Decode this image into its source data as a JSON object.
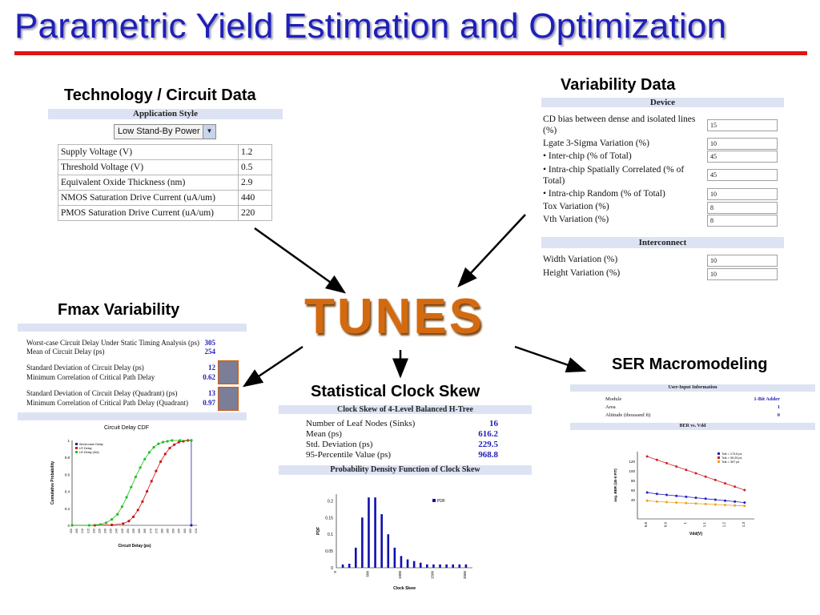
{
  "title": "Parametric Yield Estimation and Optimization",
  "center_logo": "TUNES",
  "colors": {
    "title": "#1f1fb8",
    "rule": "#e11414",
    "logo": "#d46a10",
    "value_blue": "#1f1fb8"
  },
  "tech": {
    "heading": "Technology / Circuit Data",
    "app_style_label": "Application Style",
    "app_style_value": "Low Stand-By Power",
    "rows": [
      {
        "label": "Supply Voltage (V)",
        "value": "1.2"
      },
      {
        "label": "Threshold Voltage (V)",
        "value": "0.5"
      },
      {
        "label": "Equivalent Oxide Thickness (nm)",
        "value": "2.9"
      },
      {
        "label": "NMOS Saturation Drive Current (uA/um)",
        "value": "440"
      },
      {
        "label": "PMOS Saturation Drive Current (uA/um)",
        "value": "220"
      }
    ]
  },
  "variability": {
    "heading": "Variability Data",
    "device_label": "Device",
    "cd_label": "CD bias between dense and isolated lines (%)",
    "cd_value": "15",
    "lgate_label": "Lgate 3-Sigma Variation (%)",
    "lgate_value": "10",
    "inter_label": "• Inter-chip (% of Total)",
    "inter_value": "45",
    "intra_sc_label": "• Intra-chip Spatially Correlated (% of Total)",
    "intra_sc_value": "45",
    "intra_r_label": "• Intra-chip Random (% of Total)",
    "intra_r_value": "10",
    "tox_label": "Tox Variation (%)",
    "tox_value": "8",
    "vth_label": "Vth Variation (%)",
    "vth_value": "8",
    "interconnect_label": "Interconnect",
    "width_label": "Width Variation (%)",
    "width_value": "10",
    "height_label": "Height Variation (%)",
    "height_value": "10"
  },
  "fmax": {
    "heading": "Fmax Variability",
    "wc_label": "Worst-case Circuit Delay Under Static Timing Analysis (ps)",
    "wc_value": "305",
    "mean_label": "Mean of Circuit Delay (ps)",
    "mean_value": "254",
    "std_label": "Standard Deviation of Circuit Delay (ps)",
    "std_value": "12",
    "mincorr_label": "Minimum Correlation of Critical Path Delay",
    "mincorr_value": "0.62",
    "stdq_label": "Standard Deviation of Circuit Delay (Quadrant) (ps)",
    "stdq_value": "13",
    "mincorrq_label": "Minimum Correlation of Critical Path Delay (Quadrant)",
    "mincorrq_value": "0.97"
  },
  "clock": {
    "heading": "Statistical Clock Skew",
    "table_title": "Clock Skew of 4-Level Balanced H-Tree",
    "rows": [
      {
        "label": "Number of Leaf Nodes (Sinks)",
        "value": "16"
      },
      {
        "label": "Mean (ps)",
        "value": "616.2"
      },
      {
        "label": "Std. Deviation (ps)",
        "value": "229.5"
      },
      {
        "label": "95-Percentile Value (ps)",
        "value": "968.8"
      }
    ],
    "pdf_title": "Probability Density Function of Clock Skew"
  },
  "ser": {
    "heading": "SER Macromodeling",
    "input_label": "User-Input Information",
    "rows": [
      {
        "label": "Module",
        "value": "1-Bit Adder"
      },
      {
        "label": "Area",
        "value": "1"
      },
      {
        "label": "Altitude (thousand ft)",
        "value": "0"
      }
    ],
    "chart_label": "BER vs. Vdd"
  },
  "chart_data": [
    {
      "type": "line",
      "title": "Circuit Delay CDF",
      "xlabel": "Circuit Delay (ps)",
      "ylabel": "Cumulative Probability",
      "xlim": [
        200,
        310
      ],
      "ylim": [
        0,
        1
      ],
      "legend": "top-left",
      "series": [
        {
          "name": "Worst-case Delay",
          "color": "#1f1fb8",
          "x": [
            305,
            305
          ],
          "y": [
            0,
            1
          ]
        },
        {
          "name": "LR Delay",
          "color": "#d01010",
          "x": [
            200,
            220,
            235,
            245,
            250,
            254,
            258,
            262,
            266,
            270,
            274,
            278,
            282,
            286,
            290,
            294,
            298,
            302,
            305
          ],
          "y": [
            0,
            0,
            0.005,
            0.02,
            0.05,
            0.1,
            0.18,
            0.28,
            0.4,
            0.52,
            0.64,
            0.75,
            0.84,
            0.91,
            0.95,
            0.98,
            0.99,
            1,
            1
          ]
        },
        {
          "name": "LR Delay (3rd)",
          "color": "#20c020",
          "x": [
            200,
            215,
            225,
            230,
            235,
            240,
            244,
            248,
            252,
            256,
            260,
            264,
            268,
            272,
            276,
            280,
            284,
            288,
            295,
            305
          ],
          "y": [
            0,
            0,
            0.01,
            0.03,
            0.07,
            0.13,
            0.22,
            0.33,
            0.45,
            0.57,
            0.68,
            0.78,
            0.86,
            0.92,
            0.96,
            0.98,
            0.99,
            1,
            1,
            1
          ]
        }
      ]
    },
    {
      "type": "bar",
      "title": "",
      "xlabel": "Clock Skew",
      "ylabel": "PDF",
      "xlim": [
        0,
        2100
      ],
      "ylim": [
        0,
        0.22
      ],
      "legend": "top-right",
      "series": [
        {
          "name": "PDF",
          "color": "#1010b0",
          "x": [
            100,
            200,
            300,
            400,
            500,
            600,
            700,
            800,
            900,
            1000,
            1100,
            1200,
            1300,
            1400,
            1500,
            1600,
            1700,
            1800,
            1900,
            2000
          ],
          "values": [
            0.01,
            0.012,
            0.06,
            0.15,
            0.21,
            0.21,
            0.16,
            0.1,
            0.06,
            0.035,
            0.025,
            0.02,
            0.015,
            0.01,
            0.01,
            0.01,
            0.01,
            0.01,
            0.01,
            0.01
          ]
        }
      ]
    },
    {
      "type": "line",
      "title": "",
      "xlabel": "Vdd(V)",
      "ylabel": "avg. BER (1E-5 FIT)",
      "xlim": [
        0.75,
        1.35
      ],
      "ylim": [
        0,
        140
      ],
      "legend": "top-right",
      "series": [
        {
          "name": "Tclk = 173.8 ps",
          "color": "#2020c0",
          "x": [
            0.8,
            0.85,
            0.9,
            0.95,
            1.0,
            1.05,
            1.1,
            1.15,
            1.2,
            1.25,
            1.3
          ],
          "y": [
            55,
            52,
            50,
            48,
            46,
            44,
            42,
            40,
            38,
            36,
            34
          ]
        },
        {
          "name": "Tclk = 99.29 ps",
          "color": "#d02020",
          "x": [
            0.8,
            0.85,
            0.9,
            0.95,
            1.0,
            1.05,
            1.1,
            1.15,
            1.2,
            1.25,
            1.3
          ],
          "y": [
            130,
            123,
            116,
            109,
            102,
            95,
            88,
            81,
            74,
            67,
            60
          ]
        },
        {
          "name": "Tclk = 397 ps",
          "color": "#f0a020",
          "x": [
            0.8,
            0.85,
            0.9,
            0.95,
            1.0,
            1.05,
            1.1,
            1.15,
            1.2,
            1.25,
            1.3
          ],
          "y": [
            38,
            36,
            35,
            34,
            33,
            32,
            31,
            30,
            29,
            28,
            27
          ]
        }
      ]
    }
  ]
}
